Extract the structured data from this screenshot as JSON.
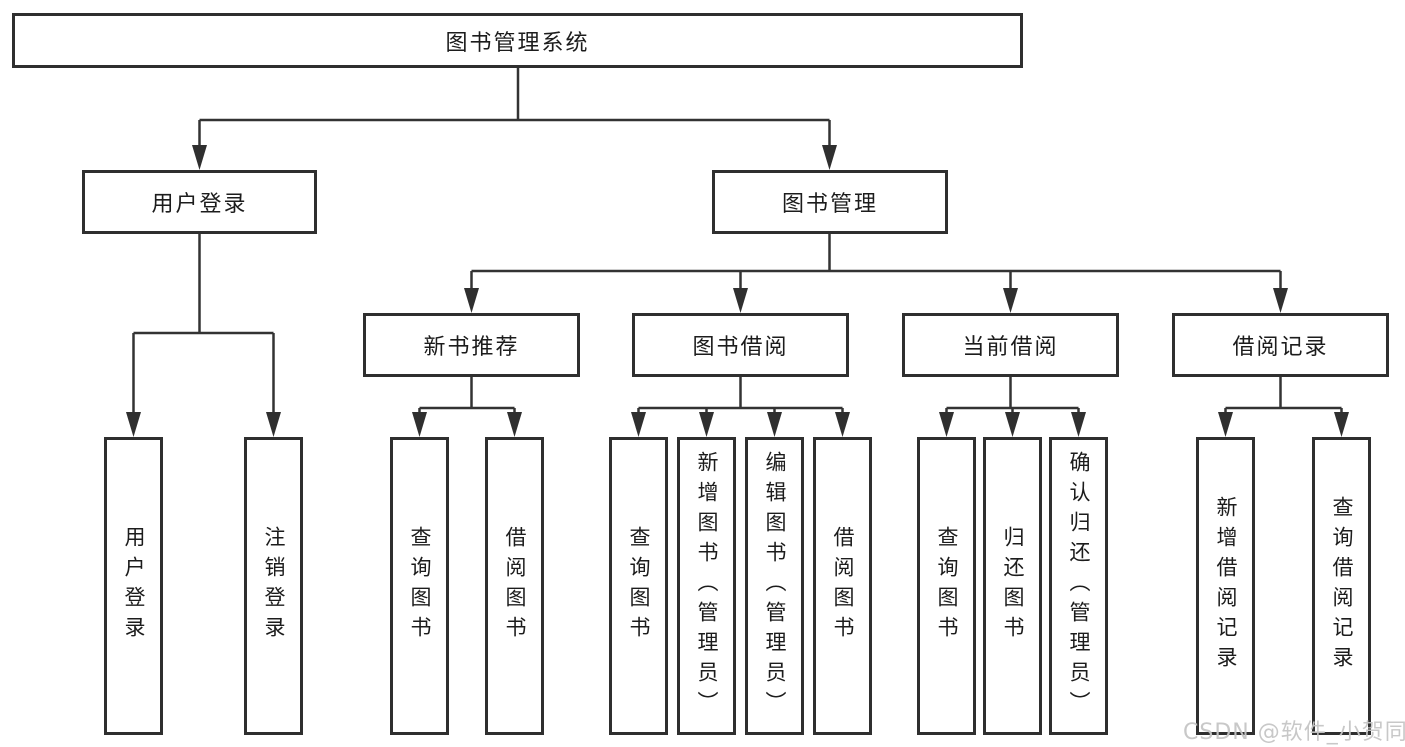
{
  "diagram": {
    "root": {
      "label": "图书管理系统"
    },
    "branches": [
      {
        "label": "用户登录",
        "leaves": [
          {
            "label": "用户登录"
          },
          {
            "label": "注销登录"
          }
        ]
      },
      {
        "label": "图书管理",
        "groups": [
          {
            "label": "新书推荐",
            "leaves": [
              {
                "label": "查询图书"
              },
              {
                "label": "借阅图书"
              }
            ]
          },
          {
            "label": "图书借阅",
            "leaves": [
              {
                "label": "查询图书"
              },
              {
                "label": "新增图书（管理员）"
              },
              {
                "label": "编辑图书（管理员）"
              },
              {
                "label": "借阅图书"
              }
            ]
          },
          {
            "label": "当前借阅",
            "leaves": [
              {
                "label": "查询图书"
              },
              {
                "label": "归还图书"
              },
              {
                "label": "确认归还（管理员）"
              }
            ]
          },
          {
            "label": "借阅记录",
            "leaves": [
              {
                "label": "新增借阅记录"
              },
              {
                "label": "查询借阅记录"
              }
            ]
          }
        ]
      }
    ]
  },
  "watermark": {
    "text": "CSDN @软件_小贺同学"
  },
  "colors": {
    "line": "#333333",
    "border": "#2f2f2f",
    "text": "#1c1c1c",
    "background": "#ffffff",
    "watermark": "#c5c5c5"
  }
}
